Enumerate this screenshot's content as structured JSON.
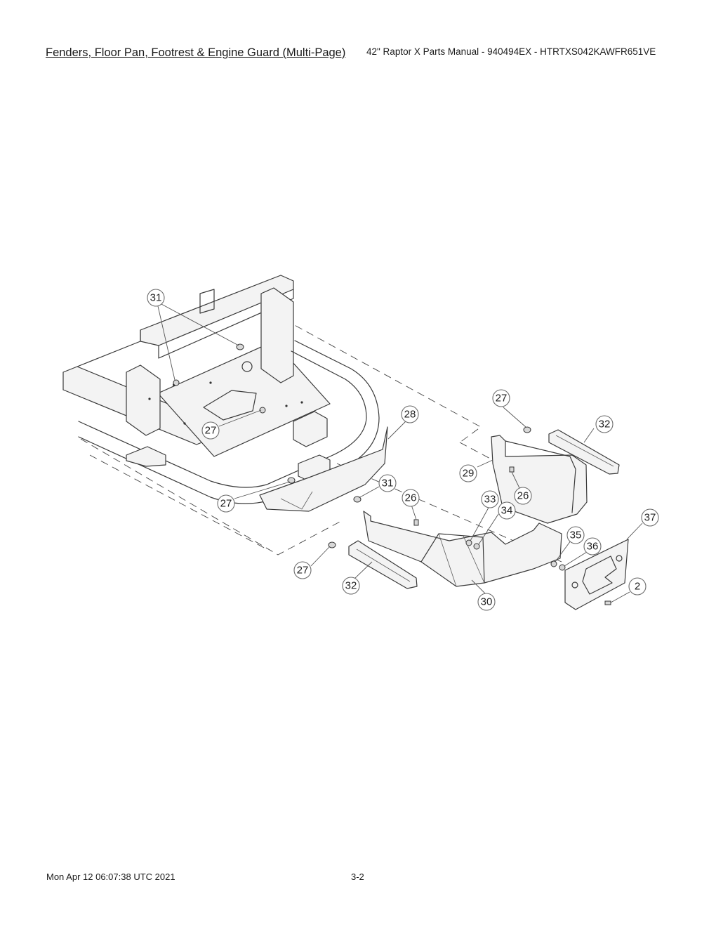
{
  "header": {
    "title": "Fenders, Floor Pan, Footrest & Engine Guard (Multi-Page)",
    "subtitle": "42\" Raptor X Parts Manual - 940494EX - HTRTXS042KAWFR651VE"
  },
  "footer": {
    "timestamp": "Mon Apr 12 06:07:38 UTC 2021",
    "page_number": "3-2"
  },
  "callouts": [
    "31",
    "27",
    "27",
    "28",
    "31",
    "27",
    "26",
    "33",
    "34",
    "26",
    "29",
    "27",
    "32",
    "32",
    "30",
    "35",
    "36",
    "37",
    "2"
  ]
}
